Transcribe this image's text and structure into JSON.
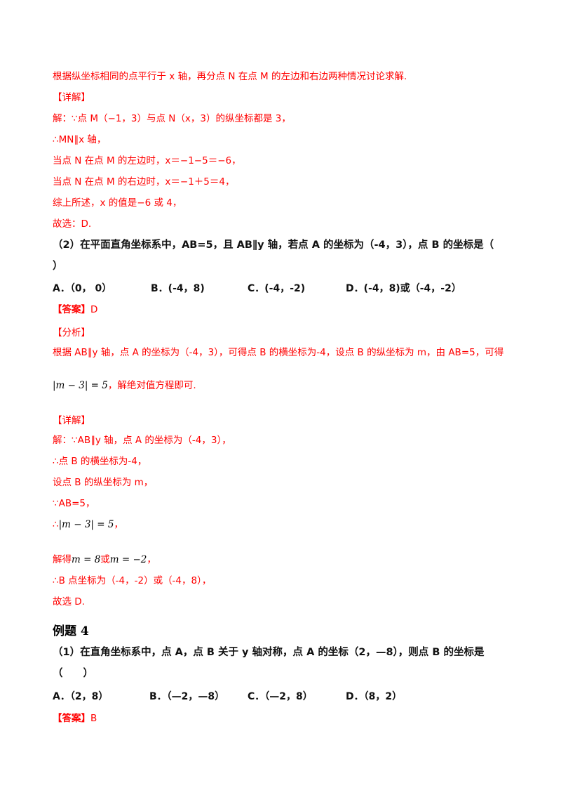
{
  "part1": {
    "analysis_line": "根据纵坐标相同的点平行于 x 轴，再分点 N 在点 M 的左边和右边两种情况讨论求解.",
    "detail_header": "【详解】",
    "steps": [
      "解：∵点 M（−1，3）与点 N（x，3）的纵坐标都是 3，",
      "∴MN∥x 轴，",
      "当点 N 在点 M 的左边时，x＝−1−5＝−6，",
      "当点 N 在点 M 的右边时，x＝−1＋5＝4，",
      "综上所述，x 的值是−6 或 4，",
      "故选：D."
    ]
  },
  "q2": {
    "stem_line1": "（2）在平面直角坐标系中，AB=5，且 AB∥y 轴，若点 A 的坐标为（-4，3），点 B 的坐标是（",
    "stem_line2": "）",
    "options": [
      "A．（0， 0）",
      "B．(-4，8)",
      "C．(-4，-2)",
      "D．(-4，8)或（-4，-2）"
    ],
    "answer_label": "【答案】",
    "answer_value": "D",
    "analysis_header": "【分析】",
    "analysis_line1": "根据 AB∥y 轴，点 A 的坐标为（-4，3），可得点 B 的横坐标为-4，设点 B 的纵坐标为 m，由 AB=5，可得",
    "analysis_formula": "|m − 3| = 5",
    "analysis_line2_tail": "，解绝对值方程即可.",
    "detail_header": "【详解】",
    "detail": {
      "l1": "解：∵AB∥y 轴，点 A 的坐标为（-4，3），",
      "l2": "∴点 B 的横坐标为-4，",
      "l3": "设点 B 的纵坐标为 m，",
      "l4": "∵AB=5，",
      "l5_prefix": "∴",
      "l5_formula": "|m − 3| = 5",
      "l5_tail": "，",
      "l6_prefix": "解得",
      "l6_f1": "m = 8",
      "l6_mid": "或",
      "l6_f2": "m = −2",
      "l6_tail": "，",
      "l7": "∴B 点坐标为（-4，-2）或（-4，8），",
      "l8": "故选 D."
    }
  },
  "example4": {
    "title": "例题 4",
    "stem_line1": "（1）在直角坐标系中，点 A，点 B 关于 y 轴对称，点 A 的坐标（2，—8），则点 B 的坐标是",
    "stem_line2": "（　　）",
    "options": [
      "A．（2，8）",
      "B．（—2，—8）",
      "C．（—2，8）",
      "D．（8，2）"
    ],
    "answer_label": "【答案】",
    "answer_value": "B"
  }
}
